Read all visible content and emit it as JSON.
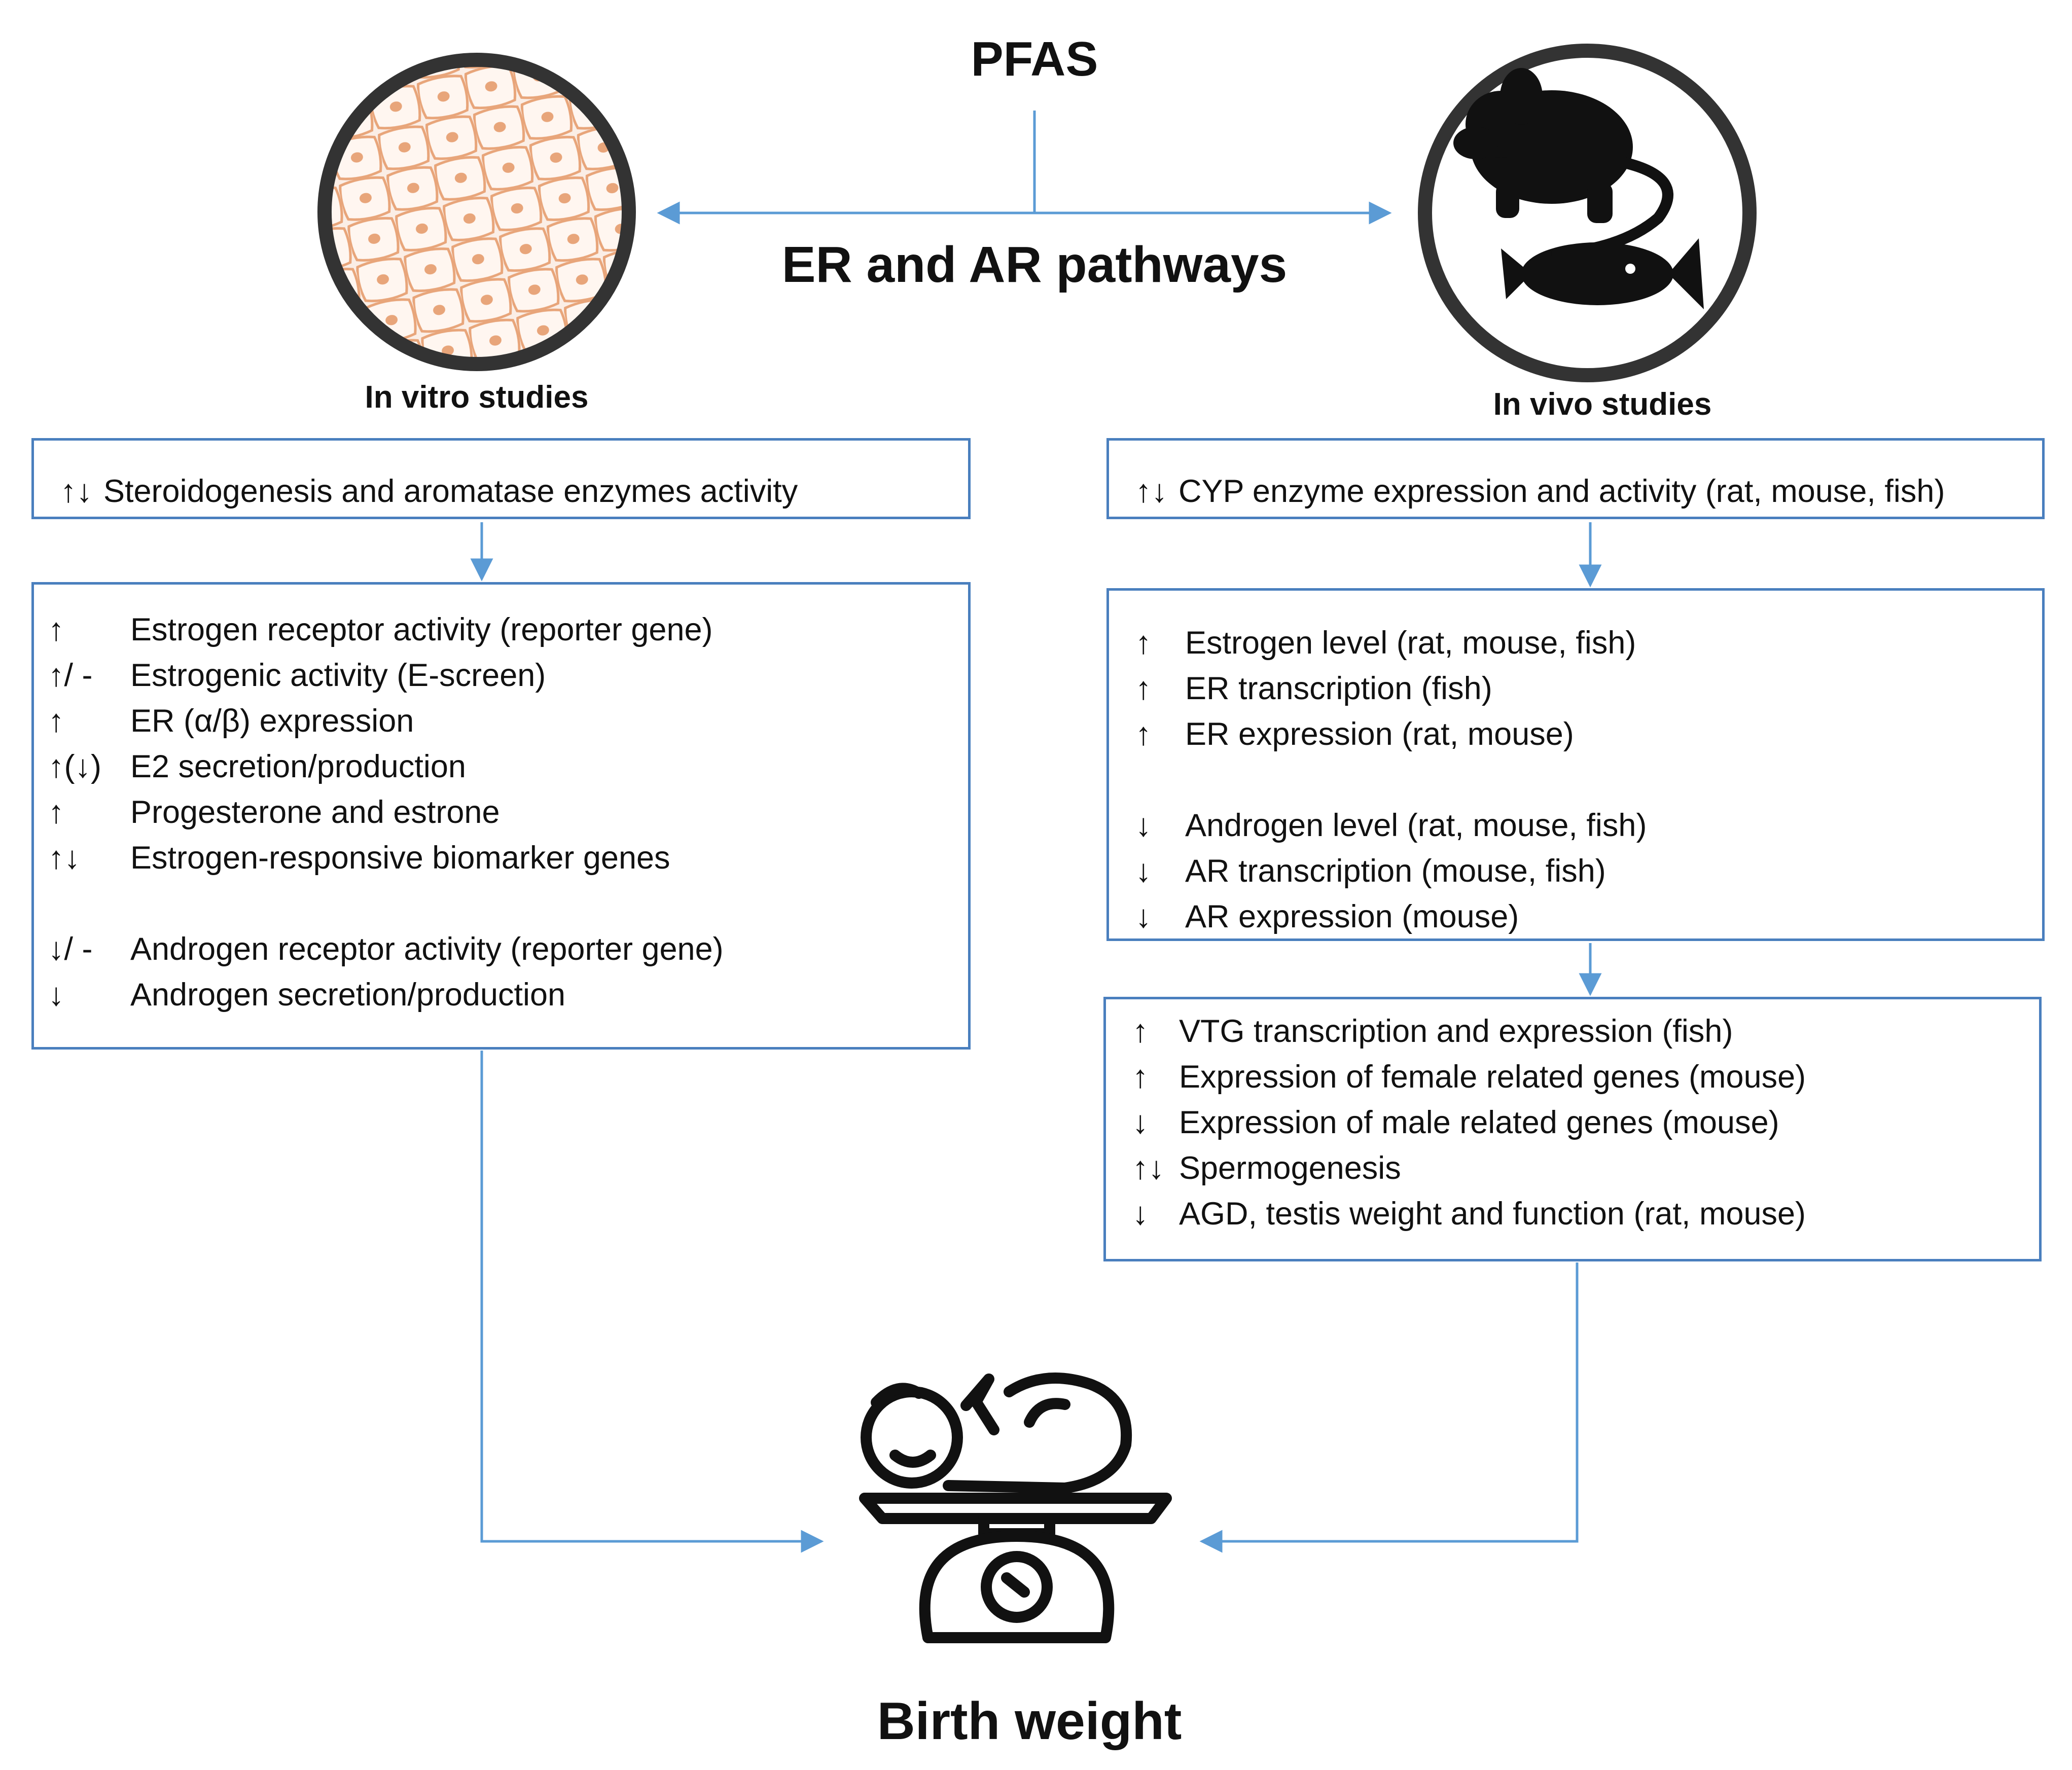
{
  "header": {
    "top_label": "PFAS",
    "pathway_label": "ER and AR pathways"
  },
  "in_vitro": {
    "caption": "In vitro studies",
    "icon": "cell-culture-icon",
    "top_box": {
      "symbol": "↑↓",
      "text": "Steroidogenesis and aromatase enzymes activity"
    },
    "main_box": [
      {
        "symbol": "↑",
        "text": "Estrogen receptor activity (reporter gene)"
      },
      {
        "symbol": "↑/ -",
        "text": "Estrogenic activity (E-screen)"
      },
      {
        "symbol": "↑",
        "text": "ER (α/β) expression"
      },
      {
        "symbol": "↑(↓)",
        "text": "E2 secretion/production"
      },
      {
        "symbol": "↑",
        "text": "Progesterone and estrone"
      },
      {
        "symbol": "↑↓",
        "text": "Estrogen-responsive biomarker genes"
      },
      {
        "symbol": "↓/ -",
        "text": "Androgen receptor activity (reporter gene)"
      },
      {
        "symbol": "↓",
        "text": "Androgen secretion/production"
      }
    ]
  },
  "in_vivo": {
    "caption": "In vivo studies",
    "icon": "rodent-and-fish-icon",
    "top_box": {
      "symbol": "↑↓",
      "text": "CYP enzyme expression and activity (rat, mouse, fish)"
    },
    "main_box": [
      {
        "symbol": "↑",
        "text": "Estrogen level (rat, mouse, fish)"
      },
      {
        "symbol": "↑",
        "text": "ER transcription (fish)"
      },
      {
        "symbol": "↑",
        "text": "ER expression (rat, mouse)"
      },
      {
        "symbol": "↓",
        "text": "Androgen level (rat, mouse, fish)"
      },
      {
        "symbol": "↓",
        "text": "AR transcription (mouse, fish)"
      },
      {
        "symbol": "↓",
        "text": "AR expression (mouse)"
      }
    ],
    "bottom_box": [
      {
        "symbol": "↑",
        "text": "VTG transcription and expression (fish)"
      },
      {
        "symbol": "↑",
        "text": "Expression of female related genes (mouse)"
      },
      {
        "symbol": "↓",
        "text": "Expression of male related genes (mouse)"
      },
      {
        "symbol": "↑↓",
        "text": "Spermogenesis"
      },
      {
        "symbol": "↓",
        "text": "AGD, testis weight and function (rat, mouse)"
      }
    ]
  },
  "outcome": {
    "label": "Birth weight",
    "icon": "baby-on-scale-icon"
  },
  "colors": {
    "connector": "#5b9bd5",
    "box_border": "#4a7fbe",
    "cell_fill": "#e8a57a",
    "icon_dark": "#333333"
  }
}
